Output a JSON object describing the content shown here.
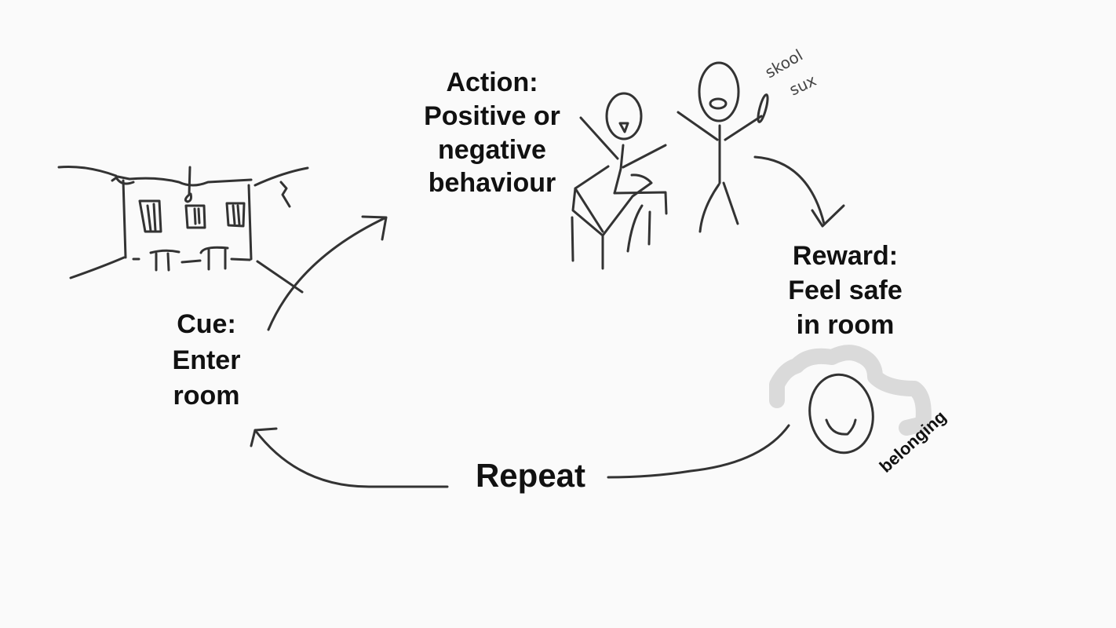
{
  "diagram": {
    "cue": {
      "lines": [
        "Cue:",
        "Enter",
        "room"
      ]
    },
    "action": {
      "lines": [
        "Action:",
        "Positive or",
        "negative",
        "behaviour"
      ]
    },
    "reward": {
      "lines": [
        "Reward:",
        "Feel safe",
        "in room"
      ]
    },
    "repeat": "Repeat",
    "belonging": "belonging",
    "speech": [
      "skool",
      "sux"
    ],
    "colors": {
      "ink": "#333333",
      "hair": "#dadada",
      "background": "#fafafa"
    }
  }
}
